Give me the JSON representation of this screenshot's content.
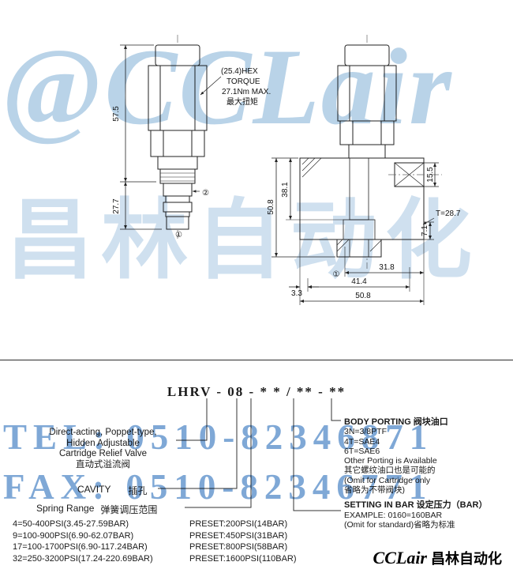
{
  "watermark": {
    "logo_mark": "@",
    "brand": "CCLair",
    "brand_cn": "昌林自动化",
    "tel": "TEL: 0510-82346871",
    "fax": "FAX: 0510-82346771"
  },
  "drawing": {
    "left": {
      "dim_total_height": "57.5",
      "dim_cartridge_length": "27.7",
      "hex_note": [
        "(25.4)HEX",
        "TORQUE",
        "27.1Nm MAX.",
        "最大扭矩"
      ],
      "callout_side_port": "②",
      "callout_nose_port": "①"
    },
    "right": {
      "dim_port_height": "15.5",
      "dim_port_depth": "38.1",
      "dim_body_height": "50.8",
      "dim_step": "7.1",
      "thread_note": "T=28.7",
      "dim_port_span": "31.8",
      "dim_edge_offset": "3.3",
      "dim_mid_width": "41.4",
      "dim_body_width": "50.8",
      "callout_bottom_port": "①"
    }
  },
  "model": {
    "code": "LHRV - 08 - *  * / ** - **",
    "description": [
      "Direct-acting, Poppet-type,",
      "Hidden Adjustable",
      "Cartridge Relief Valve",
      "直动式溢流阀"
    ],
    "cavity_en": "CAVITY",
    "cavity_cn": "插孔",
    "spring_en": "Spring Range",
    "spring_cn": "弹簧调压范围",
    "spring_options": [
      {
        "range": "4=50-400PSI(3.45-27.59BAR)",
        "preset": "PRESET:200PSI(14BAR)"
      },
      {
        "range": "9=100-900PSI(6.90-62.07BAR)",
        "preset": "PRESET:450PSI(31BAR)"
      },
      {
        "range": "17=100-1700PSI(6.90-117.24BAR)",
        "preset": "PRESET:800PSI(58BAR)"
      },
      {
        "range": "32=250-3200PSI(17.24-220.69BAR)",
        "preset": "PRESET:1600PSI(110BAR)"
      }
    ],
    "body_porting": {
      "title": "BODY PORTING 阀块油口",
      "lines": [
        "3N=3/8PTF",
        "4T=SAE4",
        "6T=SAE6",
        "Other Porting is Available",
        "其它螺纹油口也是可能的",
        "(Omit for Cartridge only",
        "省略为不带阀块)"
      ]
    },
    "setting": {
      "lines": [
        "SETTING IN BAR 设定压力（BAR）",
        "EXAMPLE: 0160=160BAR",
        "(Omit for standard)省略为标准"
      ]
    }
  },
  "footer": {
    "logo_en": "CCLair",
    "logo_cn": "昌林自动化"
  }
}
